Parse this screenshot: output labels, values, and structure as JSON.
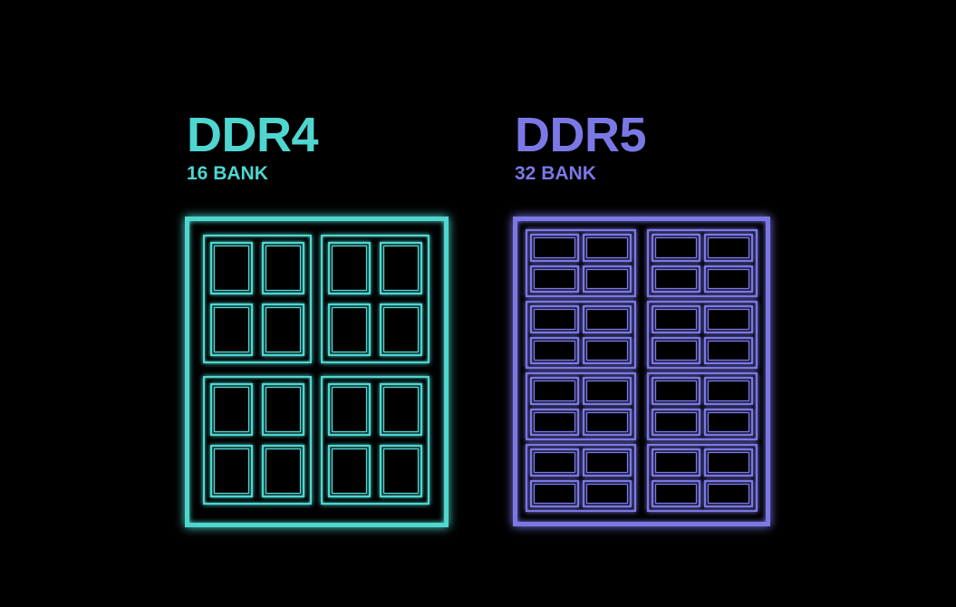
{
  "diagrams": [
    {
      "title": "DDR4",
      "subtitle": "16 BANK",
      "color": "#4fd6d0",
      "bank_groups": 4,
      "banks_per_group": 4,
      "total_banks": 16
    },
    {
      "title": "DDR5",
      "subtitle": "32 BANK",
      "color": "#7b78e6",
      "bank_groups": 8,
      "banks_per_group": 4,
      "total_banks": 32
    }
  ]
}
